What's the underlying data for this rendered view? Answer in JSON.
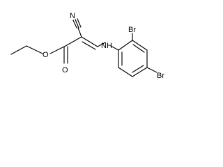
{
  "molecule": {
    "labels": {
      "ester_o_single": "O",
      "ester_o_double": "O",
      "nitrile_n": "N",
      "amine": "NH",
      "br_ortho": "Br",
      "br_para": "Br"
    }
  }
}
